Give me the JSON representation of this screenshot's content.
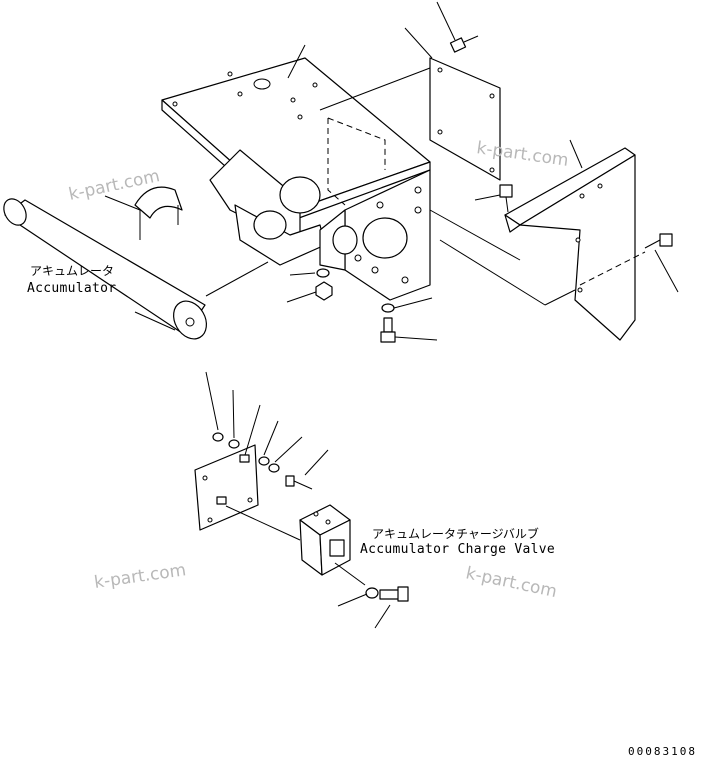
{
  "watermarks": [
    "k-part.com",
    "k-part.com",
    "k-part.com",
    "k-part.com"
  ],
  "labels": {
    "accumulator_jp": "アキュムレータ",
    "accumulator_en": "Accumulator",
    "charge_valve_jp": "アキュムレータチャージバルブ",
    "charge_valve_en": "Accumulator Charge Valve"
  },
  "part_number": "00083108"
}
